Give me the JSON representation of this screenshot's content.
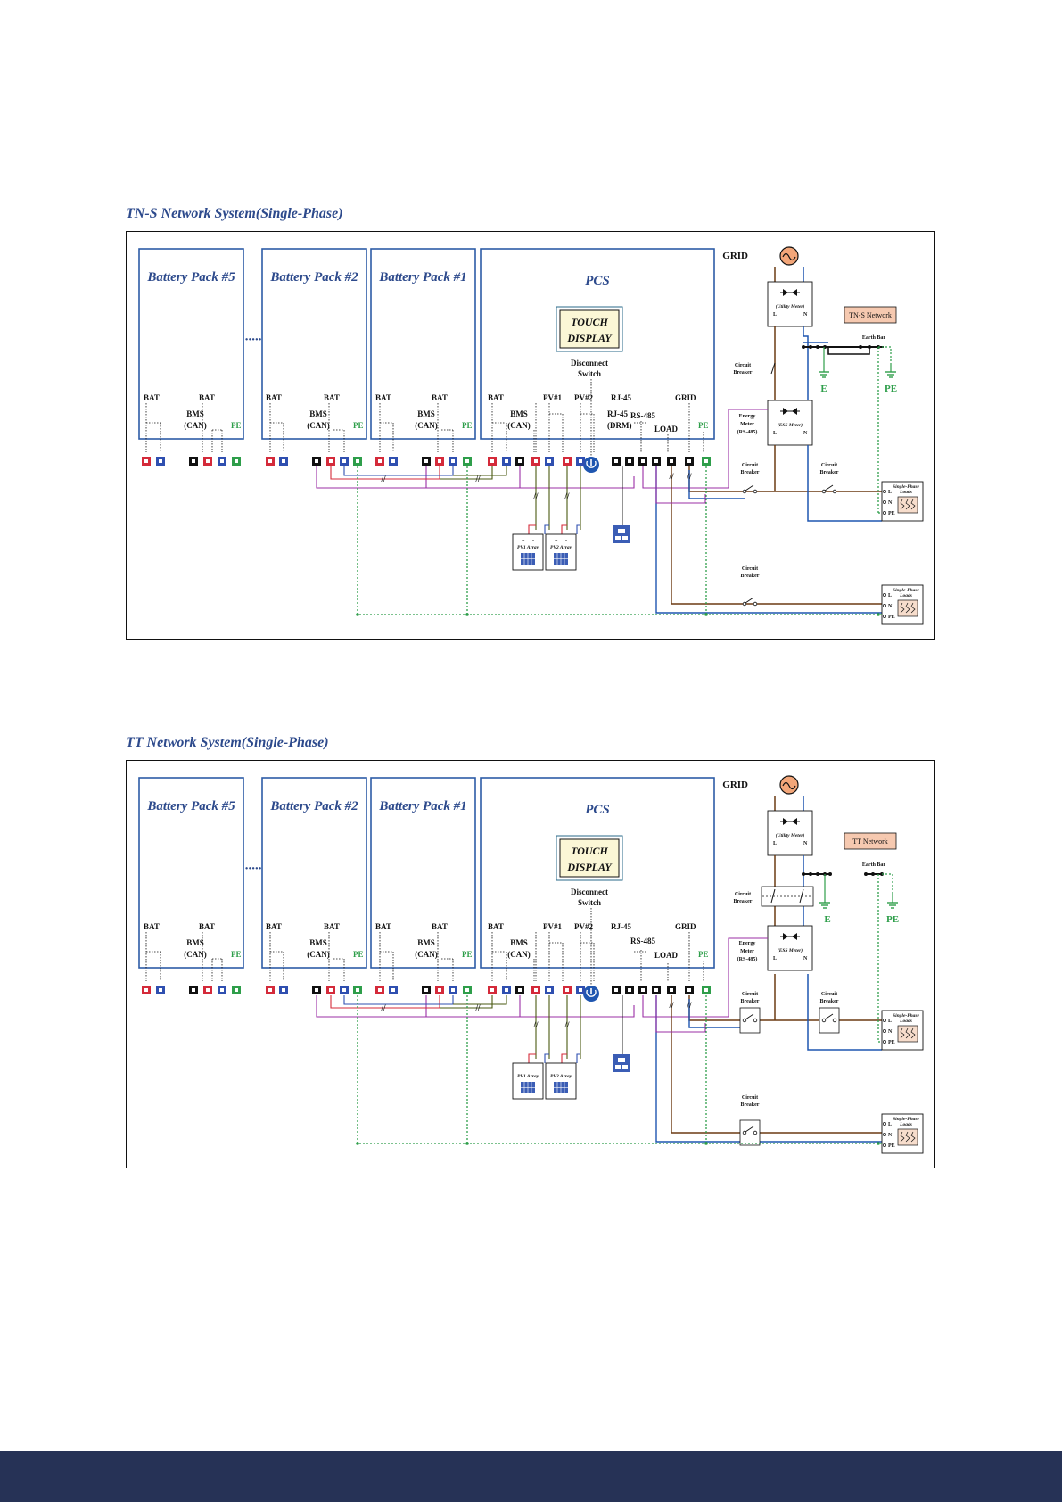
{
  "diagrams": [
    {
      "title": "TN-S Network System(Single-Phase)",
      "network_label": "TN-S Network",
      "packs": [
        "Battery Pack #5",
        "Battery Pack #2",
        "Battery Pack #1"
      ],
      "pcs": "PCS",
      "touch_display": [
        "TOUCH",
        "DISPLAY"
      ],
      "disconnect_switch": [
        "Disconnect",
        "Switch"
      ],
      "port_labels": {
        "bat": "BAT",
        "bms": [
          "BMS",
          "(CAN)"
        ],
        "pe": "PE",
        "pv1": "PV#1",
        "pv2": "PV#2",
        "rj45": "RJ-45",
        "rj45_drm": [
          "RJ-45",
          "(DRM)"
        ],
        "rs485": "RS-485",
        "load": "LOAD",
        "grid": "GRID"
      },
      "grid": "GRID",
      "utility_meter": "(Utility Meter)",
      "ess_meter": "(ESS Meter)",
      "meter_terminals": [
        "L",
        "N"
      ],
      "energy_meter": [
        "Energy",
        "Meter",
        "(RS-485)"
      ],
      "circuit_breaker": [
        "Circuit",
        "Breaker"
      ],
      "earth_bar": "Earth Bar",
      "earth_e": "E",
      "earth_pe": "PE",
      "loads": [
        "Single-Phase",
        "Loads"
      ],
      "load_terminals": [
        "L",
        "N",
        "PE"
      ],
      "pv_arrays": [
        "PV1 Array",
        "PV2 Array"
      ],
      "pv_polarity": [
        "+",
        "-"
      ],
      "ellipsis": "·····"
    },
    {
      "title": "TT Network System(Single-Phase)",
      "network_label": "TT Network",
      "packs": [
        "Battery Pack #5",
        "Battery Pack #2",
        "Battery Pack #1"
      ],
      "pcs": "PCS",
      "touch_display": [
        "TOUCH",
        "DISPLAY"
      ],
      "disconnect_switch": [
        "Disconnect",
        "Switch"
      ],
      "port_labels": {
        "bat": "BAT",
        "bms": [
          "BMS",
          "(CAN)"
        ],
        "pe": "PE",
        "pv1": "PV#1",
        "pv2": "PV#2",
        "rj45": "RJ-45",
        "rj45_drm": null,
        "rs485": "RS-485",
        "load": "LOAD",
        "grid": "GRID"
      },
      "grid": "GRID",
      "utility_meter": "(Utility Meter)",
      "ess_meter": "(ESS Meter)",
      "meter_terminals": [
        "L",
        "N"
      ],
      "energy_meter": [
        "Energy",
        "Meter",
        "(RS-485)"
      ],
      "circuit_breaker": [
        "Circuit",
        "Breaker"
      ],
      "earth_bar": "Earth Bar",
      "earth_e": "E",
      "earth_pe": "PE",
      "loads": [
        "Single-Phase",
        "Loads"
      ],
      "load_terminals": [
        "L",
        "N",
        "PE"
      ],
      "pv_arrays": [
        "PV1 Array",
        "PV2 Array"
      ],
      "pv_polarity": [
        "+",
        "-"
      ],
      "ellipsis": "·····"
    }
  ],
  "colors": {
    "title": "#2d4a8c",
    "pack_border": "#2d5ba6",
    "red": "#d42a3a",
    "blue": "#2f4fb0",
    "black": "#111111",
    "green": "#2e9e4a",
    "brown": "#6b3a12",
    "wire_blue": "#1f56b0",
    "purple": "#9b2fa6",
    "olive": "#4a5a12",
    "footer": "#263256",
    "network_box": "#f6c9b0"
  }
}
